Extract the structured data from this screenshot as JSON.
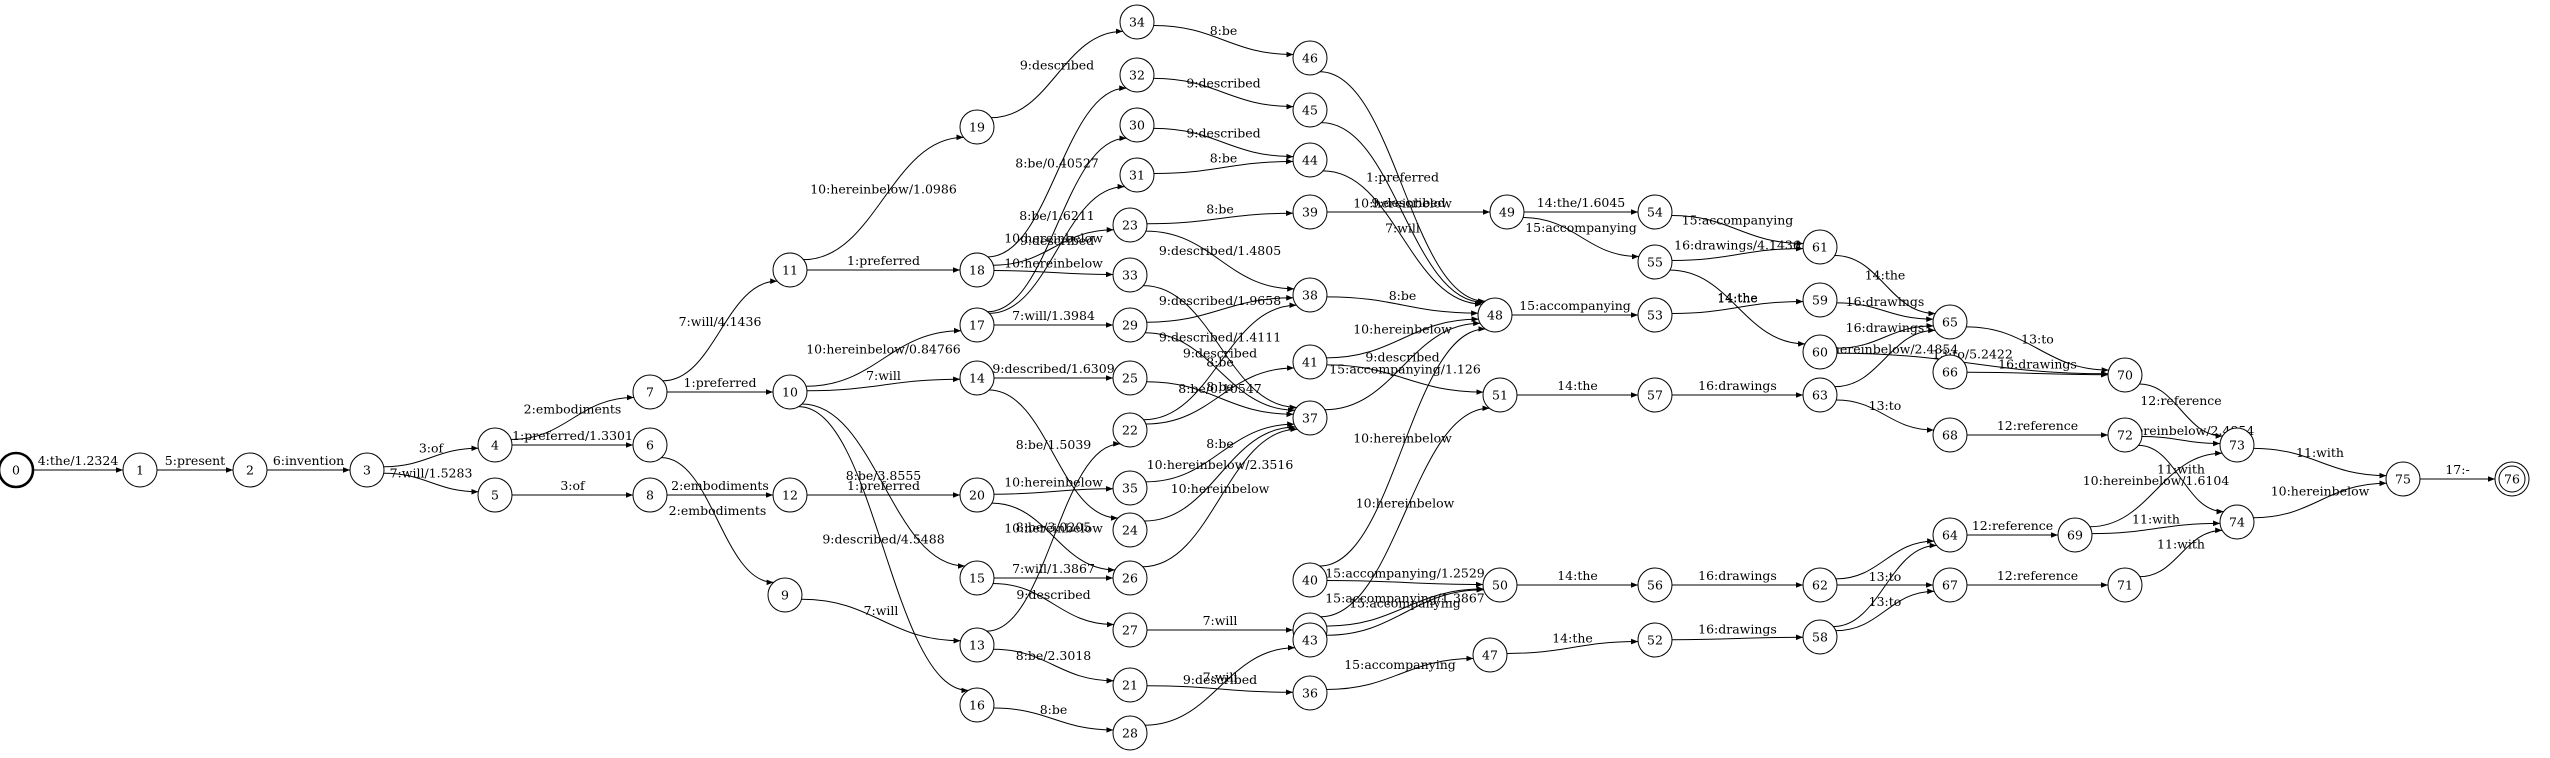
{
  "graph": {
    "start_state": "0",
    "final_states": [
      "76"
    ],
    "nodes": [
      "0",
      "1",
      "2",
      "3",
      "4",
      "5",
      "6",
      "7",
      "8",
      "9",
      "10",
      "11",
      "12",
      "13",
      "14",
      "15",
      "16",
      "17",
      "18",
      "19",
      "20",
      "21",
      "22",
      "23",
      "24",
      "25",
      "26",
      "27",
      "28",
      "29",
      "30",
      "31",
      "32",
      "33",
      "34",
      "35",
      "36",
      "37",
      "38",
      "39",
      "40",
      "41",
      "42",
      "43",
      "44",
      "45",
      "46",
      "47",
      "48",
      "49",
      "50",
      "51",
      "52",
      "53",
      "54",
      "55",
      "56",
      "57",
      "58",
      "59",
      "60",
      "61",
      "62",
      "63",
      "64",
      "65",
      "66",
      "67",
      "68",
      "69",
      "70",
      "71",
      "72",
      "73",
      "74",
      "75",
      "76"
    ],
    "edges": [
      {
        "from": "0",
        "to": "1",
        "label": "4:the/1.2324"
      },
      {
        "from": "1",
        "to": "2",
        "label": "5:present"
      },
      {
        "from": "2",
        "to": "3",
        "label": "6:invention"
      },
      {
        "from": "3",
        "to": "4",
        "label": "3:of"
      },
      {
        "from": "3",
        "to": "5",
        "label": "7:will/1.5283"
      },
      {
        "from": "4",
        "to": "7",
        "label": "2:embodiments"
      },
      {
        "from": "4",
        "to": "6",
        "label": "1:preferred/1.3301"
      },
      {
        "from": "5",
        "to": "8",
        "label": "3:of"
      },
      {
        "from": "6",
        "to": "9",
        "label": "2:embodiments"
      },
      {
        "from": "7",
        "to": "11",
        "label": "7:will/4.1436"
      },
      {
        "from": "7",
        "to": "10",
        "label": "1:preferred"
      },
      {
        "from": "8",
        "to": "12",
        "label": "2:embodiments"
      },
      {
        "from": "9",
        "to": "13",
        "label": "7:will"
      },
      {
        "from": "10",
        "to": "17",
        "label": "10:hereinbelow/0.84766"
      },
      {
        "from": "10",
        "to": "14",
        "label": "7:will"
      },
      {
        "from": "10",
        "to": "15",
        "label": "8:be/3.8555"
      },
      {
        "from": "10",
        "to": "16",
        "label": "9:described/4.5488"
      },
      {
        "from": "11",
        "to": "19",
        "label": "10:hereinbelow/1.0986"
      },
      {
        "from": "11",
        "to": "18",
        "label": "1:preferred"
      },
      {
        "from": "12",
        "to": "20",
        "label": "1:preferred"
      },
      {
        "from": "13",
        "to": "22",
        "label": "10:hereinbelow"
      },
      {
        "from": "13",
        "to": "21",
        "label": "8:be/2.3018"
      },
      {
        "from": "14",
        "to": "25",
        "label": "9:described/1.6309"
      },
      {
        "from": "14",
        "to": "24",
        "label": "8:be/1.5039"
      },
      {
        "from": "15",
        "to": "26",
        "label": "7:will/1.3867"
      },
      {
        "from": "15",
        "to": "27",
        "label": "9:described"
      },
      {
        "from": "16",
        "to": "28",
        "label": "8:be"
      },
      {
        "from": "17",
        "to": "29",
        "label": "7:will/1.3984"
      },
      {
        "from": "17",
        "to": "30",
        "label": "8:be/1.6211"
      },
      {
        "from": "17",
        "to": "31",
        "label": "9:described"
      },
      {
        "from": "18",
        "to": "32",
        "label": "8:be/0.40527"
      },
      {
        "from": "18",
        "to": "23",
        "label": "10:hereinbelow"
      },
      {
        "from": "18",
        "to": "33",
        "label": "10:hereinbelow"
      },
      {
        "from": "19",
        "to": "34",
        "label": "9:described"
      },
      {
        "from": "20",
        "to": "35",
        "label": "10:hereinbelow"
      },
      {
        "from": "20",
        "to": "26",
        "label": "8:be/3.0205"
      },
      {
        "from": "21",
        "to": "36",
        "label": "9:described"
      },
      {
        "from": "22",
        "to": "38",
        "label": "9:described"
      },
      {
        "from": "22",
        "to": "41",
        "label": "8:be"
      },
      {
        "from": "23",
        "to": "39",
        "label": "8:be"
      },
      {
        "from": "23",
        "to": "38",
        "label": "9:described/1.4805"
      },
      {
        "from": "24",
        "to": "37",
        "label": "10:hereinbelow/2.3516"
      },
      {
        "from": "25",
        "to": "37",
        "label": "8:be/0.10547"
      },
      {
        "from": "26",
        "to": "37",
        "label": "10:hereinbelow"
      },
      {
        "from": "27",
        "to": "42",
        "label": "7:will"
      },
      {
        "from": "28",
        "to": "43",
        "label": "7:will"
      },
      {
        "from": "29",
        "to": "38",
        "label": "9:described/1.9658"
      },
      {
        "from": "29",
        "to": "37",
        "label": "8:be"
      },
      {
        "from": "30",
        "to": "44",
        "label": "9:described"
      },
      {
        "from": "31",
        "to": "44",
        "label": "8:be"
      },
      {
        "from": "32",
        "to": "45",
        "label": "9:described"
      },
      {
        "from": "33",
        "to": "37",
        "label": "9:described/1.4111"
      },
      {
        "from": "34",
        "to": "46",
        "label": "8:be"
      },
      {
        "from": "35",
        "to": "37",
        "label": "8:be"
      },
      {
        "from": "36",
        "to": "47",
        "label": "15:accompanying"
      },
      {
        "from": "37",
        "to": "48",
        "label": "9:described"
      },
      {
        "from": "38",
        "to": "48",
        "label": "8:be"
      },
      {
        "from": "39",
        "to": "49",
        "label": "9:described"
      },
      {
        "from": "40",
        "to": "50",
        "label": "15:accompanying/1.2529"
      },
      {
        "from": "40",
        "to": "48",
        "label": "10:hereinbelow"
      },
      {
        "from": "41",
        "to": "48",
        "label": "10:hereinbelow"
      },
      {
        "from": "41",
        "to": "51",
        "label": "15:accompanying/1.126"
      },
      {
        "from": "42",
        "to": "50",
        "label": "15:accompanying/1.3867"
      },
      {
        "from": "42",
        "to": "51",
        "label": "10:hereinbelow"
      },
      {
        "from": "43",
        "to": "50",
        "label": "15:accompanying"
      },
      {
        "from": "44",
        "to": "48",
        "label": "7:will"
      },
      {
        "from": "45",
        "to": "48",
        "label": "10:hereinbelow"
      },
      {
        "from": "46",
        "to": "48",
        "label": "1:preferred"
      },
      {
        "from": "47",
        "to": "52",
        "label": "14:the"
      },
      {
        "from": "48",
        "to": "53",
        "label": "15:accompanying"
      },
      {
        "from": "49",
        "to": "54",
        "label": "14:the/1.6045"
      },
      {
        "from": "49",
        "to": "55",
        "label": "15:accompanying"
      },
      {
        "from": "50",
        "to": "56",
        "label": "14:the"
      },
      {
        "from": "51",
        "to": "57",
        "label": "14:the"
      },
      {
        "from": "52",
        "to": "58",
        "label": "16:drawings"
      },
      {
        "from": "53",
        "to": "59",
        "label": "14:the"
      },
      {
        "from": "54",
        "to": "61",
        "label": "15:accompanying"
      },
      {
        "from": "55",
        "to": "61",
        "label": "16:drawings/4.1436"
      },
      {
        "from": "55",
        "to": "60",
        "label": "14:the"
      },
      {
        "from": "56",
        "to": "62",
        "label": "16:drawings"
      },
      {
        "from": "57",
        "to": "63",
        "label": "16:drawings"
      },
      {
        "from": "58",
        "to": "64",
        "label": "13:to"
      },
      {
        "from": "58",
        "to": "67",
        "label": "13:to"
      },
      {
        "from": "59",
        "to": "65",
        "label": "16:drawings"
      },
      {
        "from": "60",
        "to": "65",
        "label": "16:drawings"
      },
      {
        "from": "60",
        "to": "70",
        "label": "13:to/5.2422"
      },
      {
        "from": "61",
        "to": "65",
        "label": "14:the"
      },
      {
        "from": "62",
        "to": "64",
        "label": ""
      },
      {
        "from": "62",
        "to": "67",
        "label": ""
      },
      {
        "from": "63",
        "to": "65",
        "label": "10:hereinbelow/2.4854"
      },
      {
        "from": "63",
        "to": "68",
        "label": "13:to"
      },
      {
        "from": "64",
        "to": "69",
        "label": "12:reference"
      },
      {
        "from": "65",
        "to": "70",
        "label": "13:to"
      },
      {
        "from": "66",
        "to": "70",
        "label": "16:drawings"
      },
      {
        "from": "67",
        "to": "71",
        "label": "12:reference"
      },
      {
        "from": "68",
        "to": "72",
        "label": "12:reference"
      },
      {
        "from": "69",
        "to": "73",
        "label": "10:hereinbelow/1.6104"
      },
      {
        "from": "69",
        "to": "74",
        "label": "11:with"
      },
      {
        "from": "70",
        "to": "73",
        "label": "12:reference"
      },
      {
        "from": "71",
        "to": "74",
        "label": "11:with"
      },
      {
        "from": "72",
        "to": "73",
        "label": "10:hereinbelow/2.4854"
      },
      {
        "from": "72",
        "to": "74",
        "label": "11:with"
      },
      {
        "from": "73",
        "to": "75",
        "label": "11:with"
      },
      {
        "from": "74",
        "to": "75",
        "label": "10:hereinbelow"
      },
      {
        "from": "75",
        "to": "76",
        "label": "17:-"
      }
    ]
  }
}
